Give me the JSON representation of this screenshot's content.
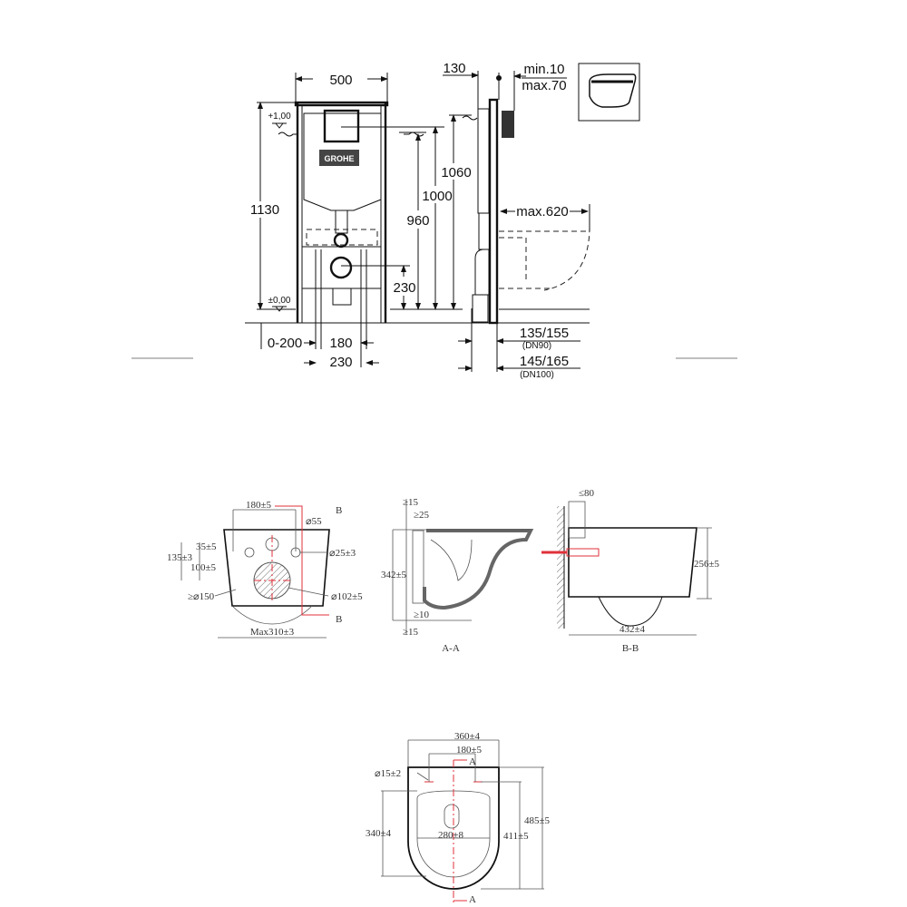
{
  "frame_drawing": {
    "brand_logo": "GROHE",
    "front": {
      "width": "500",
      "height_total": "1130",
      "level_top": "+1,00",
      "level_floor": "±0,00",
      "h960": "960",
      "h1000": "1000",
      "h1060": "1060",
      "h230": "230",
      "adjust": "0-200",
      "d180": "180",
      "d230": "230"
    },
    "side": {
      "d130": "130",
      "min": "min.10",
      "max": "max.70",
      "max620": "max.620",
      "dn90": "135/155",
      "dn90_label": "(DN90)",
      "dn100": "145/165",
      "dn100_label": "(DN100)"
    }
  },
  "bowl_drawing": {
    "plan": {
      "d180": "180±5",
      "section_b": "B",
      "d55": "⌀55",
      "d35": "35±5",
      "d135": "135±3",
      "d100": "100±5",
      "hole25": "⌀25±3",
      "min150": "≥⌀150",
      "outlet102": "⌀102±5",
      "max310": "Max310±3"
    },
    "section_aa": {
      "top15": "≥15",
      "top25": "≥25",
      "h342": "342±5",
      "b10": "≥10",
      "b15": "≥15",
      "caption": "A-A"
    },
    "section_bb": {
      "wall80": "≤80",
      "h256": "256±5",
      "l432": "432±4",
      "caption": "B-B"
    },
    "top_view": {
      "w360": "360±4",
      "w180": "180±5",
      "section_a": "A",
      "hole15": "⌀15±2",
      "l485": "485±5",
      "l340": "340±4",
      "w280": "280±8",
      "l411": "411±5"
    }
  }
}
